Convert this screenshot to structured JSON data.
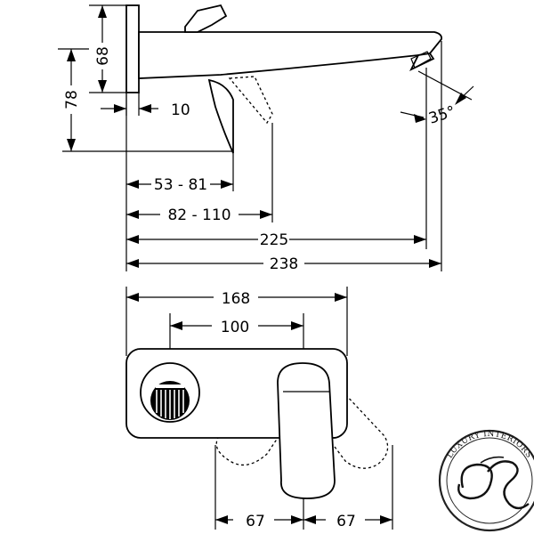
{
  "dimensions": {
    "d68": "68",
    "d78": "78",
    "d10": "10",
    "d35": "35°",
    "d53_81": "53 - 81",
    "d82_110": "82 - 110",
    "d225": "225",
    "d238": "238",
    "d168": "168",
    "d100": "100",
    "d67_left": "67",
    "d67_right": "67"
  },
  "logo": {
    "text": "LUXURY INTERIORS",
    "icon": "swirl-monogram-icon"
  }
}
